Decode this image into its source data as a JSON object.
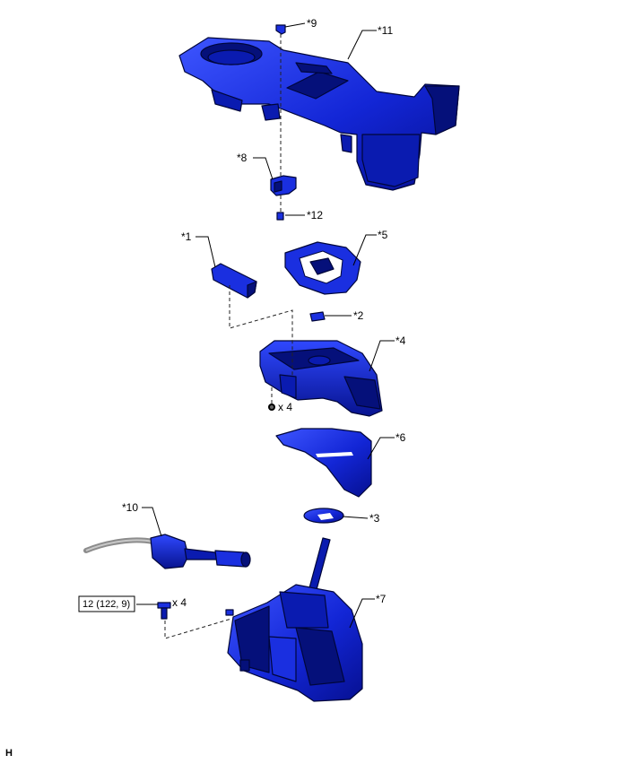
{
  "callouts": {
    "c1": "*1",
    "c2": "*2",
    "c3": "*3",
    "c4": "*4",
    "c5": "*5",
    "c6": "*6",
    "c7": "*7",
    "c8": "*8",
    "c9": "*9",
    "c10": "*10",
    "c11": "*11",
    "c12": "*12"
  },
  "quantities": {
    "screws": "x 4",
    "bolts": "x 4"
  },
  "torque": {
    "value": "12 (122, 9)"
  },
  "footer": {
    "code": "H"
  },
  "colors": {
    "part_fill": "#1a2fe0",
    "part_shadow": "#05107a",
    "outline": "#00063a"
  }
}
